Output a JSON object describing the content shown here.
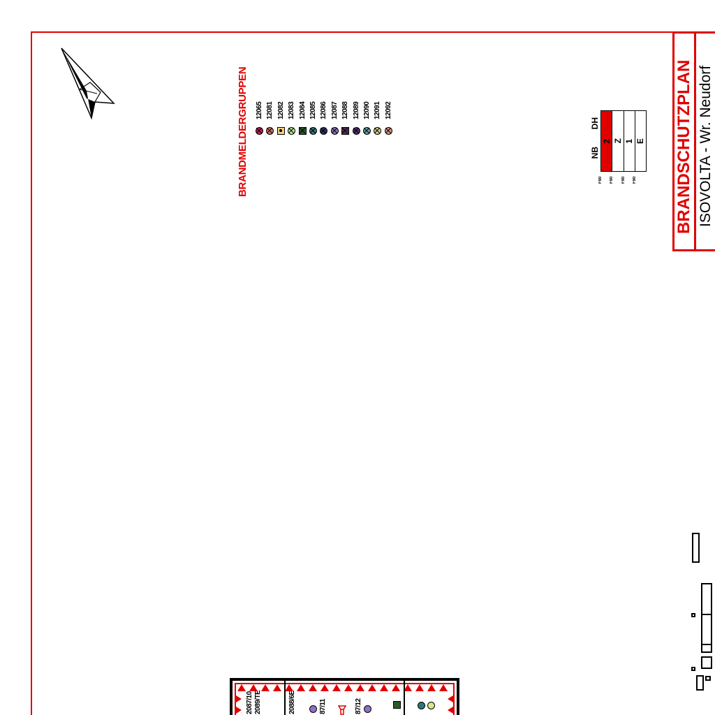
{
  "legend": {
    "title": "BRANDMELDERGRUPPEN",
    "items": [
      {
        "id": "12065",
        "shape": "circle",
        "color": "#c0205a"
      },
      {
        "id": "12081",
        "shape": "circle",
        "color": "#d07060"
      },
      {
        "id": "12082",
        "shape": "square-dot",
        "color": "#f0d080"
      },
      {
        "id": "12083",
        "shape": "circle",
        "color": "#b8e890"
      },
      {
        "id": "12084",
        "shape": "square",
        "color": "#2a5a2a"
      },
      {
        "id": "12085",
        "shape": "circle",
        "color": "#307878"
      },
      {
        "id": "12086",
        "shape": "circle",
        "color": "#303060"
      },
      {
        "id": "12087",
        "shape": "circle",
        "color": "#9070c0"
      },
      {
        "id": "12088",
        "shape": "square",
        "color": "#503050"
      },
      {
        "id": "12089",
        "shape": "circle",
        "color": "#503070"
      },
      {
        "id": "12090",
        "shape": "circle",
        "color": "#60a0a0"
      },
      {
        "id": "12091",
        "shape": "circle",
        "color": "#d0d090"
      },
      {
        "id": "12092",
        "shape": "circle",
        "color": "#e09080"
      }
    ]
  },
  "floors": {
    "label_nb": "NB",
    "label_dh": "DH",
    "levels": [
      {
        "label": "2",
        "active": true,
        "rating": "F90"
      },
      {
        "label": "Z",
        "active": false,
        "rating": "F90"
      },
      {
        "label": "1",
        "active": false,
        "rating": "F90"
      },
      {
        "label": "E",
        "active": false,
        "rating": "F90"
      }
    ]
  },
  "title_block": {
    "title": "BRANDSCHUTZPLAN",
    "subtitle": "ISOVOLTA - Wr. Neudorf"
  },
  "building": {
    "labels": [
      "2087/10",
      "2089/TE",
      "2088/6E",
      "87/11",
      "87/12"
    ]
  },
  "colors": {
    "accent": "#e00000"
  }
}
